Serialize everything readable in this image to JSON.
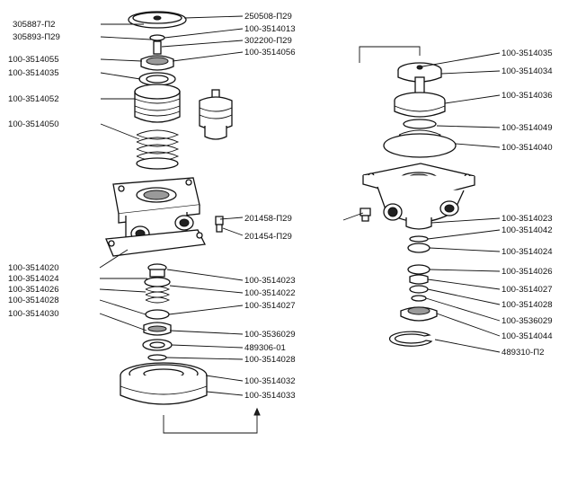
{
  "labels": [
    "305887-П2",
    "305893-П29",
    "100-3514055",
    "100-3514035",
    "100-3514052",
    "100-3514050",
    "250508-П29",
    "100-3514013",
    "302200-П29",
    "100-3514056",
    "201458-П29",
    "201454-П29",
    "100-3514020",
    "100-3514024",
    "100-3514026",
    "100-3514028",
    "100-3514030",
    "100-3514023",
    "100-3514022",
    "100-3514027",
    "100-3536029",
    "489306-01",
    "100-3514028",
    "100-3514032",
    "100-3514033",
    "100-3514035",
    "100-3514034",
    "100-3514036",
    "100-3514049",
    "100-3514040",
    "100-3514023",
    "100-3514042",
    "100-3514024",
    "100-3514026",
    "100-3514027",
    "100-3514028",
    "100-3536029",
    "100-3514044",
    "489310-П2"
  ]
}
